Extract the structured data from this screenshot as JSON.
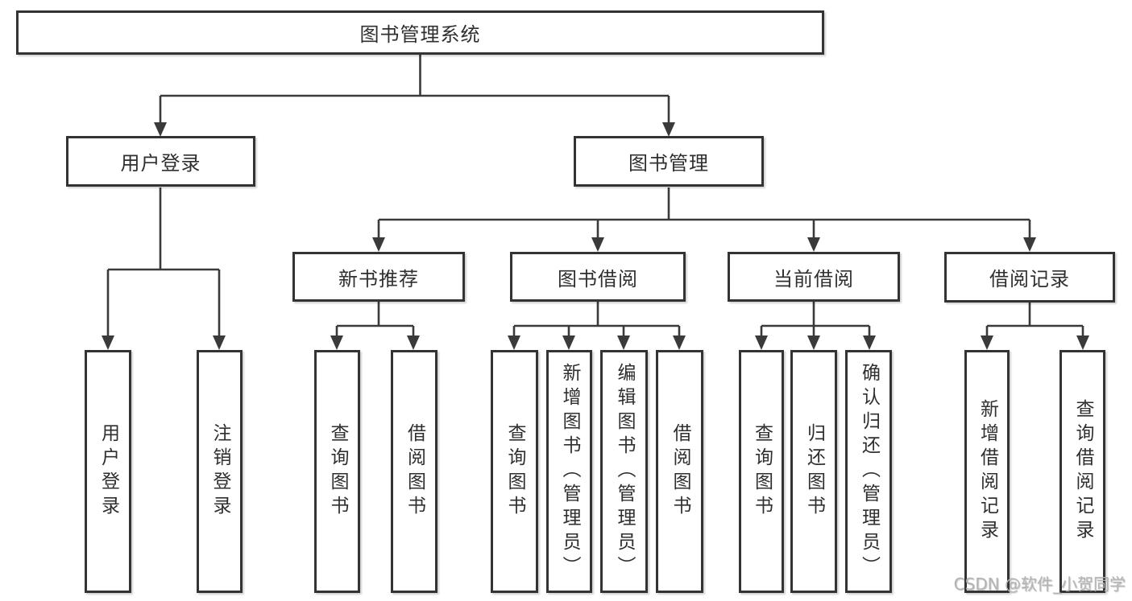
{
  "diagram": {
    "root": {
      "label": "图书管理系统",
      "children": [
        {
          "label": "用户登录",
          "children": [
            {
              "label": "用户登录"
            },
            {
              "label": "注销登录"
            }
          ]
        },
        {
          "label": "图书管理",
          "children": [
            {
              "label": "新书推荐",
              "children": [
                {
                  "label": "查询图书"
                },
                {
                  "label": "借阅图书"
                }
              ]
            },
            {
              "label": "图书借阅",
              "children": [
                {
                  "label": "查询图书"
                },
                {
                  "label": "新增图书（管理员）"
                },
                {
                  "label": "编辑图书（管理员）"
                },
                {
                  "label": "借阅图书"
                }
              ]
            },
            {
              "label": "当前借阅",
              "children": [
                {
                  "label": "查询图书"
                },
                {
                  "label": "归还图书"
                },
                {
                  "label": "确认归还（管理员）"
                }
              ]
            },
            {
              "label": "借阅记录",
              "children": [
                {
                  "label": "新增借阅记录"
                },
                {
                  "label": "查询借阅记录"
                }
              ]
            }
          ]
        }
      ]
    }
  },
  "watermark": {
    "text": "CSDN @软件_小贺同学"
  },
  "colors": {
    "line": "#3a3a3a",
    "border": "#333333",
    "text": "#2f2f2f",
    "watermark": "#b4b4b4",
    "background": "#ffffff"
  }
}
